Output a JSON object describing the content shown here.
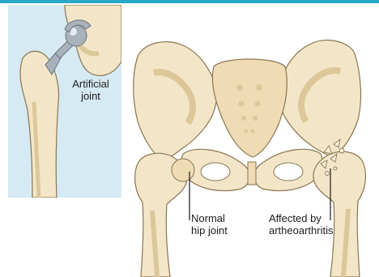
{
  "labels": {
    "artificial": [
      "Artificial",
      "joint"
    ],
    "normal": [
      "Normal",
      "hip joint"
    ],
    "affected": [
      "Affected by",
      "artheoarthritis"
    ]
  },
  "colors": {
    "top_rule": "#29a9c9",
    "inset_background": "#d6eaf4",
    "bone": "#f3e6c8",
    "bone_shade": "#dcc79a",
    "bone_outline": "#8a7650",
    "implant_metal": "#a9b2ba",
    "implant_highlight": "#e6eaee",
    "leader_line": "#1b1b1b"
  }
}
